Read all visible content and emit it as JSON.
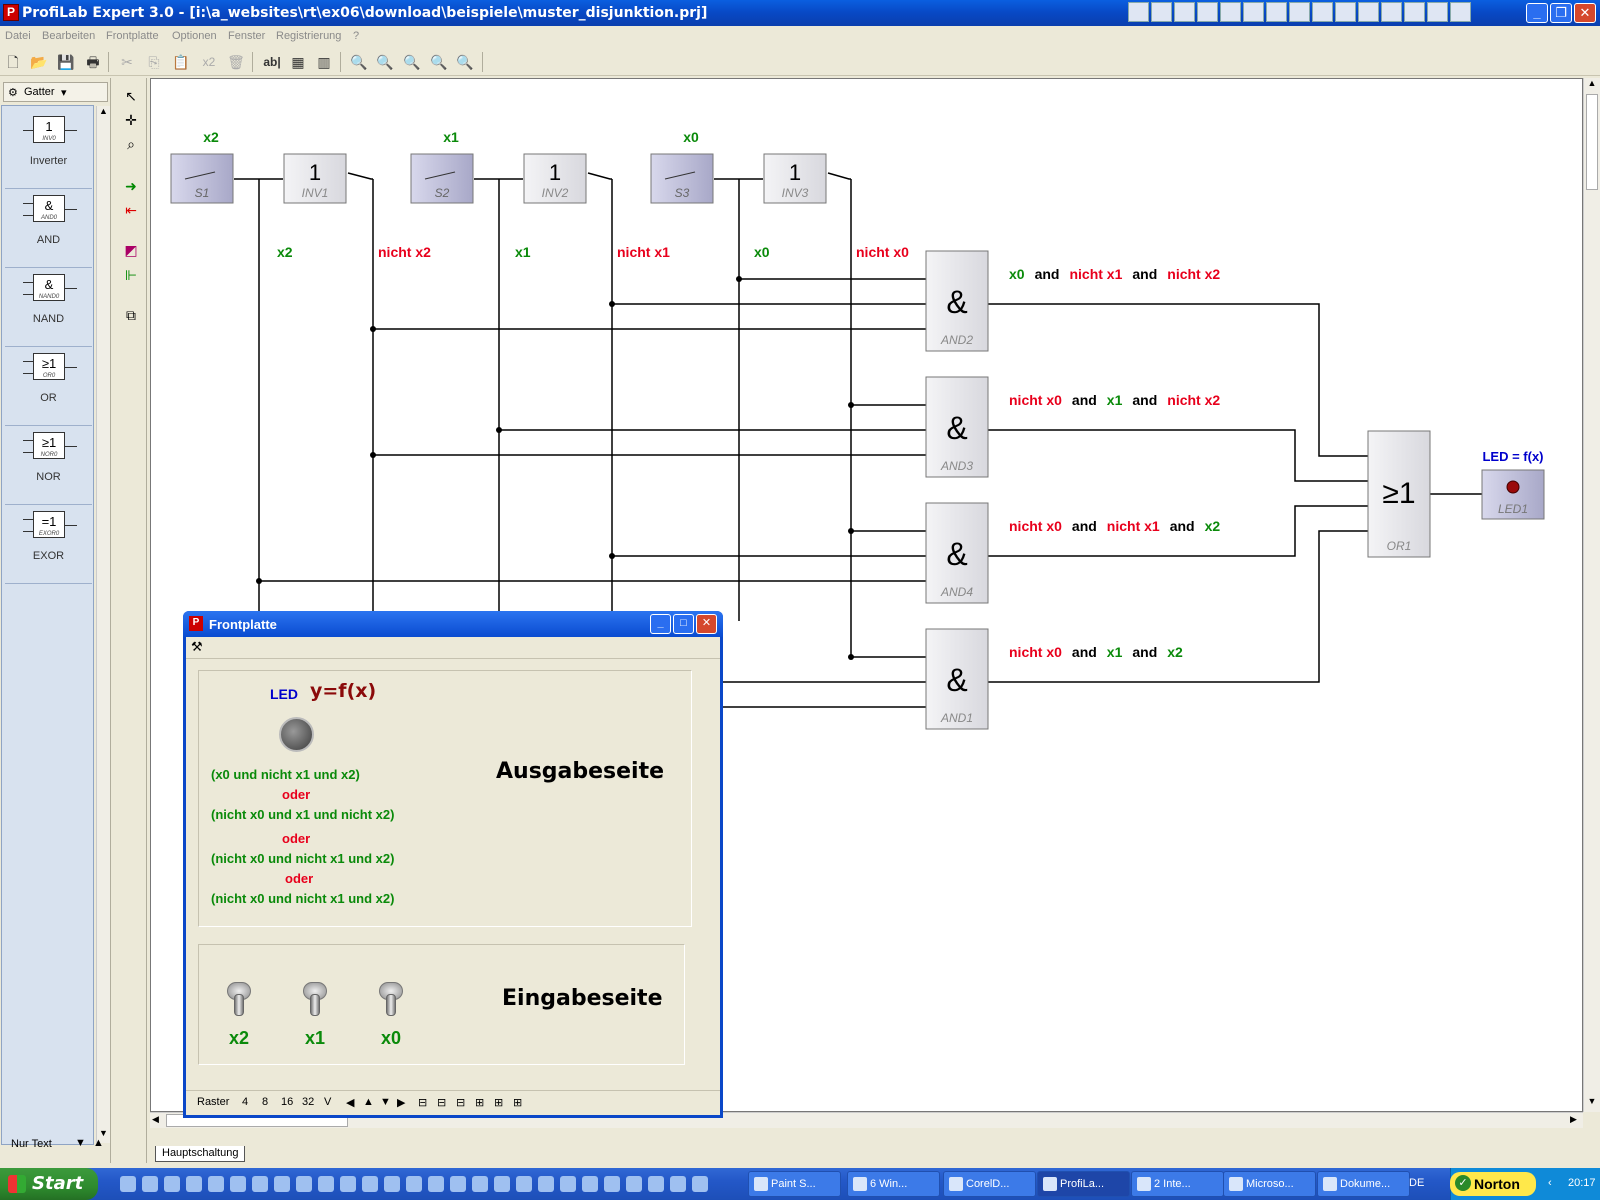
{
  "window": {
    "title": "ProfiLab Expert 3.0 - [i:\\a_websites\\rt\\ex06\\download\\beispiele\\muster_disjunktion.prj]"
  },
  "menu": [
    "Datei",
    "Bearbeiten",
    "Frontplatte",
    "Optionen",
    "Fenster",
    "Registrierung",
    "?"
  ],
  "toolbar": {
    "icons": [
      "new-icon",
      "open-icon",
      "save-icon",
      "print-icon",
      "cut-icon",
      "copy-icon",
      "paste-icon",
      "duplicate-icon",
      "delete-icon",
      "text-icon",
      "grid-icon",
      "grid2-icon",
      "zoom-in-icon",
      "zoom-out-icon",
      "zoom-icon",
      "zoom-fit-icon",
      "zoom-disabled-icon"
    ],
    "text_tool_label": "ab|",
    "duplicate_label": "x2"
  },
  "palette": {
    "category": "Gatter",
    "items": [
      {
        "label": "Inverter",
        "symbol": "1",
        "sub": "INV0"
      },
      {
        "label": "AND",
        "symbol": "&",
        "sub": "AND0"
      },
      {
        "label": "NAND",
        "symbol": "&",
        "sub": "NAND0"
      },
      {
        "label": "OR",
        "symbol": "≥1",
        "sub": "OR0"
      },
      {
        "label": "NOR",
        "symbol": "≥1",
        "sub": "NOR0"
      },
      {
        "label": "EXOR",
        "symbol": "=1",
        "sub": "EXOR0"
      }
    ],
    "footer": "Nur Text"
  },
  "schematic": {
    "switches": [
      {
        "id": "S1",
        "label": "x2",
        "color": "#0a8a0a"
      },
      {
        "id": "S2",
        "label": "x1",
        "color": "#0a8a0a"
      },
      {
        "id": "S3",
        "label": "x0",
        "color": "#0a8a0a"
      }
    ],
    "inverters": [
      {
        "id": "INV1",
        "symbol": "1"
      },
      {
        "id": "INV2",
        "symbol": "1"
      },
      {
        "id": "INV3",
        "symbol": "1"
      }
    ],
    "wire_labels": [
      {
        "text": "x2",
        "color": "#0a8a0a"
      },
      {
        "text": "nicht x2",
        "color": "#e8001c"
      },
      {
        "text": "x1",
        "color": "#0a8a0a"
      },
      {
        "text": "nicht x1",
        "color": "#e8001c"
      },
      {
        "text": "x0",
        "color": "#0a8a0a"
      },
      {
        "text": "nicht x0",
        "color": "#e8001c"
      }
    ],
    "and_gates": [
      {
        "id": "AND2",
        "symbol": "&",
        "expr": [
          [
            "x0",
            "g"
          ],
          [
            "and",
            "k"
          ],
          [
            "nicht x1",
            "r"
          ],
          [
            "and",
            "k"
          ],
          [
            "nicht x2",
            "r"
          ]
        ]
      },
      {
        "id": "AND3",
        "symbol": "&",
        "expr": [
          [
            "nicht x0",
            "r"
          ],
          [
            "and",
            "k"
          ],
          [
            "x1",
            "g"
          ],
          [
            "and",
            "k"
          ],
          [
            "nicht x2",
            "r"
          ]
        ]
      },
      {
        "id": "AND4",
        "symbol": "&",
        "expr": [
          [
            "nicht x0",
            "r"
          ],
          [
            "and",
            "k"
          ],
          [
            "nicht x1",
            "r"
          ],
          [
            "and",
            "k"
          ],
          [
            "x2",
            "g"
          ]
        ]
      },
      {
        "id": "AND1",
        "symbol": "&",
        "expr": [
          [
            "nicht x0",
            "r"
          ],
          [
            "and",
            "k"
          ],
          [
            "x1",
            "g"
          ],
          [
            "and",
            "k"
          ],
          [
            "x2",
            "g"
          ]
        ]
      }
    ],
    "or_gate": {
      "id": "OR1",
      "symbol": "≥1"
    },
    "led": {
      "id": "LED1",
      "label": "LED = f(x)"
    }
  },
  "sheet_tab": "Hauptschaltung",
  "frontpanel": {
    "title": "Frontplatte",
    "led_label": "LED",
    "formula": "y=f(x)",
    "lines": [
      {
        "text": "(x0 und nicht x1 und  x2)",
        "color": "green"
      },
      {
        "text": "oder",
        "color": "red"
      },
      {
        "text": "(nicht x0 und x1 und nicht x2)",
        "color": "green"
      },
      {
        "text": "oder",
        "color": "red"
      },
      {
        "text": "(nicht x0 und nicht x1 und x2)",
        "color": "green"
      },
      {
        "text": "oder",
        "color": "red"
      },
      {
        "text": "(nicht x0 und nicht x1 und x2)",
        "color": "green"
      }
    ],
    "output_heading": "Ausgabeseite",
    "input_heading": "Eingabeseite",
    "switch_labels": [
      "x2",
      "x1",
      "x0"
    ],
    "status": {
      "raster": "Raster",
      "values": [
        "4",
        "8",
        "16",
        "32",
        "V"
      ]
    }
  },
  "taskbar": {
    "start": "Start",
    "tasks": [
      "Paint S...",
      "6 Win...",
      "CorelD...",
      "ProfiLa...",
      "2 Inte...",
      "Microso...",
      "Dokume..."
    ],
    "lang": "DE",
    "norton": "Norton",
    "clock": "20:17"
  }
}
